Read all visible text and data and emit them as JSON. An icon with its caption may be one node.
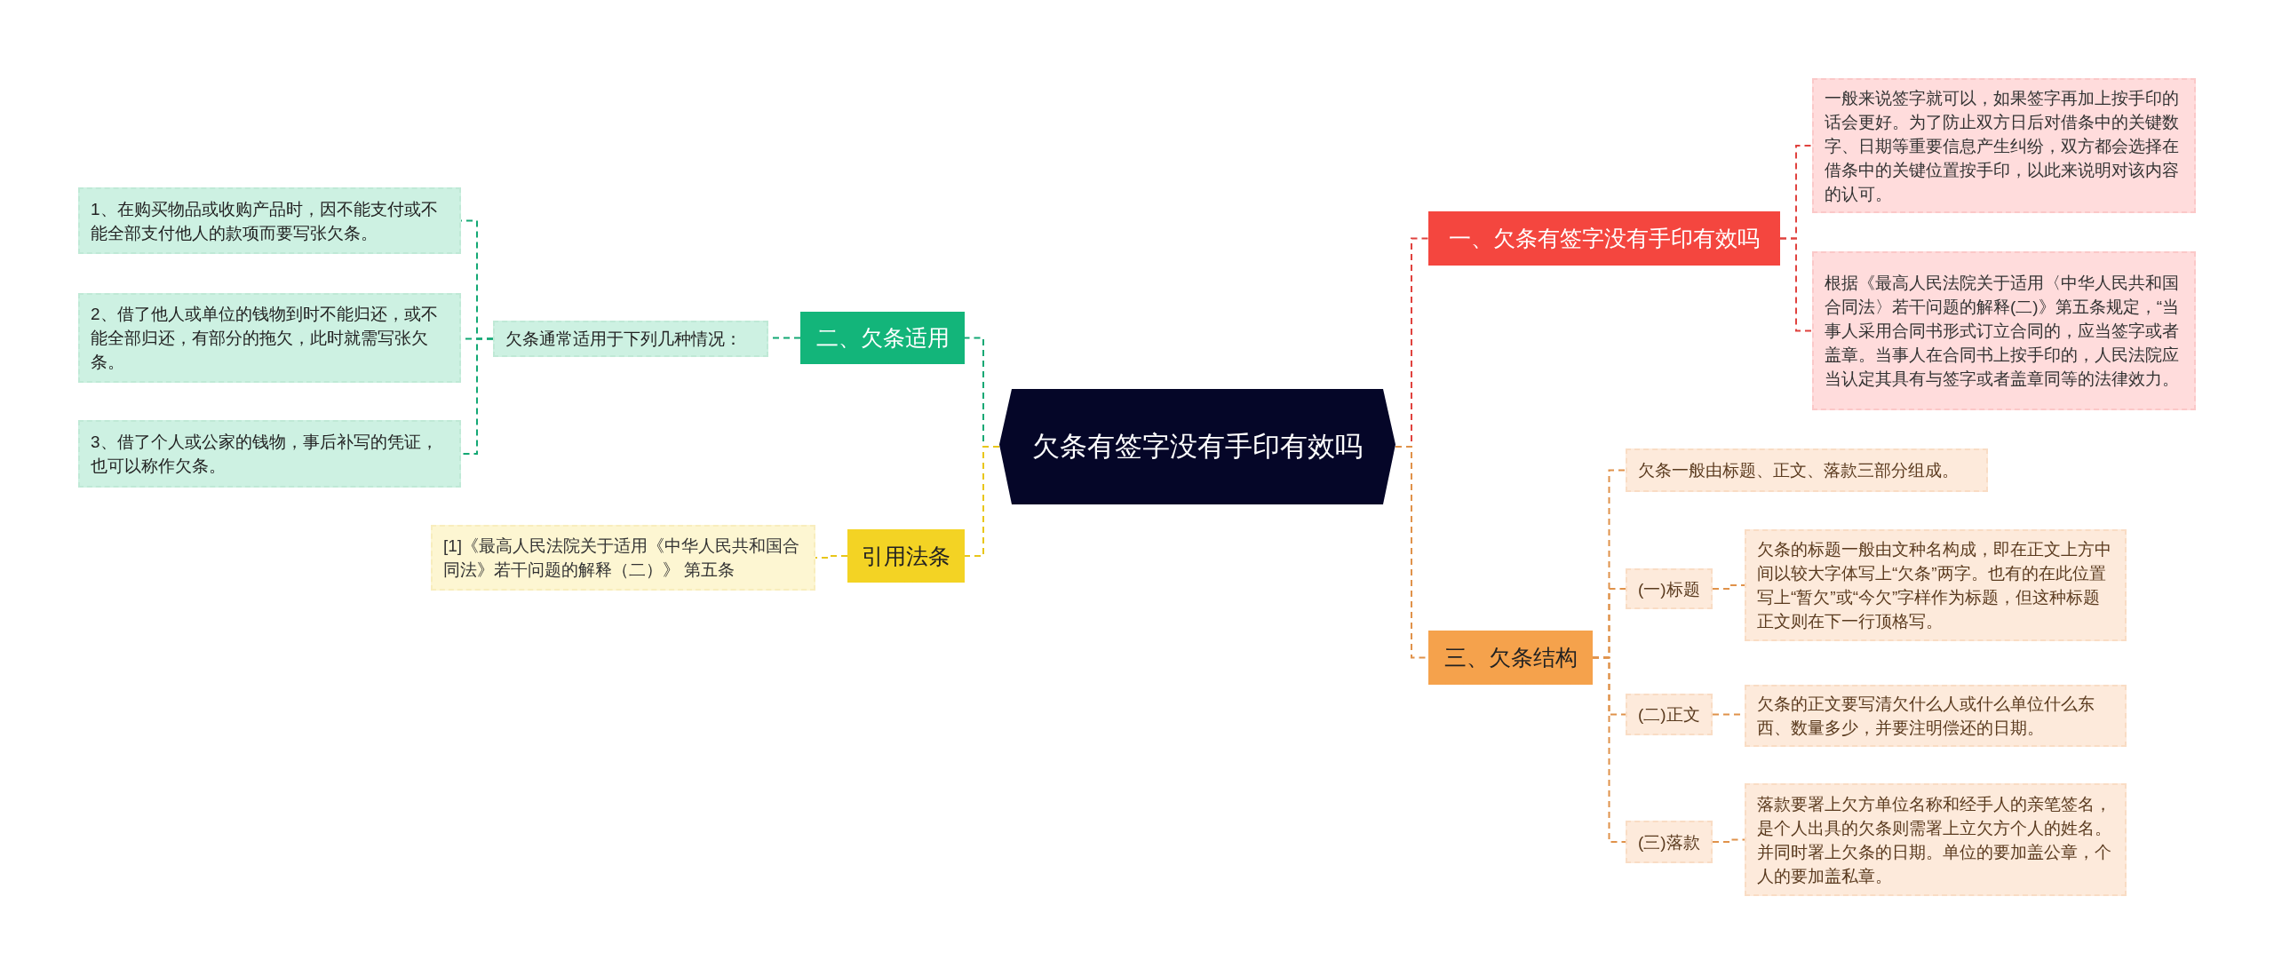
{
  "diagram": {
    "nodes": [
      {
        "text": [
          "欠条有签字没有手印有效吗"
        ]
      },
      {
        "text": [
          "一、欠条有签字没有手印有效吗"
        ]
      },
      {
        "text": [
          "一般来说签字就可以，如果签字再加上按手印的话会更好。为了防止双方日后对借条中的关键数字、日期等重要信息产生纠纷，双方都会选择在借条中的关键位置按手印，以此来说明对该内容的认可。"
        ]
      },
      {
        "text": [
          "根据《最高人民法院关于适用〈中华人民共和国合同法〉若干问题的解释(二)》第五条规定，“当事人采用合同书形式订立合同的，应当签字或者盖章。当事人在合同书上按手印的，人民法院应当认定其具有与签字或者盖章同等的法律效力。"
        ]
      },
      {
        "text": [
          "二、欠条适用"
        ]
      },
      {
        "text": [
          "欠条通常适用于下列几种情况："
        ]
      },
      {
        "text": [
          "1、在购买物品或收购产品时，因不能支付或不能全部支付他人的款项而要写张欠条。"
        ]
      },
      {
        "text": [
          "2、借了他人或单位的钱物到时不能归还，或不能全部归还，有部分的拖欠，此时就需写张欠条。"
        ]
      },
      {
        "text": [
          "3、借了个人或公家的钱物，事后补写的凭证，也可以称作欠条。"
        ]
      },
      {
        "text": [
          "引用法条"
        ]
      },
      {
        "text": [
          "[1]《最高人民法院关于适用《中华人民共和国合同法》若干问题的解释（二）》 第五条"
        ]
      },
      {
        "text": [
          "三、欠条结构"
        ]
      },
      {
        "text": [
          "欠条一般由标题、正文、落款三部分组成。"
        ]
      },
      {
        "text": [
          "(一)标题"
        ]
      },
      {
        "text": [
          "欠条的标题一般由文种名构成，即在正文上方中间以较大字体写上“欠条”两字。也有的在此位置写上“暂欠”或“今欠”字样作为标题，但这种标题正文则在下一行顶格写。"
        ]
      },
      {
        "text": [
          "(二)正文"
        ]
      },
      {
        "text": [
          "欠条的正文要写清欠什么人或什么单位什么东西、数量多少，并要注明偿还的日期。"
        ]
      },
      {
        "text": [
          "(三)落款"
        ]
      },
      {
        "text": [
          "落款要署上欠方单位名称和经手人的亲笔签名，是个人出具的欠条则需署上立欠方个人的姓名。并同时署上欠条的日期。单位的要加盖公章，个人的要加盖私章。"
        ]
      }
    ],
    "edges": [
      {
        "from": 0,
        "to": 1,
        "arrow": "none",
        "color": "#e0423e"
      },
      {
        "from": 1,
        "to": 2,
        "arrow": "none",
        "color": "#e0423e"
      },
      {
        "from": 1,
        "to": 3,
        "arrow": "none",
        "color": "#e0423e"
      },
      {
        "from": 0,
        "to": 4,
        "arrow": "none",
        "color": "#13a874"
      },
      {
        "from": 4,
        "to": 5,
        "arrow": "none",
        "color": "#13a874"
      },
      {
        "from": 5,
        "to": 6,
        "arrow": "none",
        "color": "#13a874"
      },
      {
        "from": 5,
        "to": 7,
        "arrow": "none",
        "color": "#13a874"
      },
      {
        "from": 5,
        "to": 8,
        "arrow": "none",
        "color": "#13a874"
      },
      {
        "from": 0,
        "to": 9,
        "arrow": "none",
        "color": "#e8c61a"
      },
      {
        "from": 9,
        "to": 10,
        "arrow": "none",
        "color": "#e8c61a"
      },
      {
        "from": 0,
        "to": 11,
        "arrow": "none",
        "color": "#e0924a"
      },
      {
        "from": 11,
        "to": 12,
        "arrow": "none",
        "color": "#e0924a"
      },
      {
        "from": 11,
        "to": 13,
        "arrow": "none",
        "color": "#e0924a"
      },
      {
        "from": 13,
        "to": 14,
        "arrow": "none",
        "color": "#e0924a"
      },
      {
        "from": 11,
        "to": 15,
        "arrow": "none",
        "color": "#e0924a"
      },
      {
        "from": 15,
        "to": 16,
        "arrow": "none",
        "color": "#e0924a"
      },
      {
        "from": 11,
        "to": 17,
        "arrow": "none",
        "color": "#e0924a"
      },
      {
        "from": 17,
        "to": 18,
        "arrow": "none",
        "color": "#e0924a"
      }
    ]
  }
}
